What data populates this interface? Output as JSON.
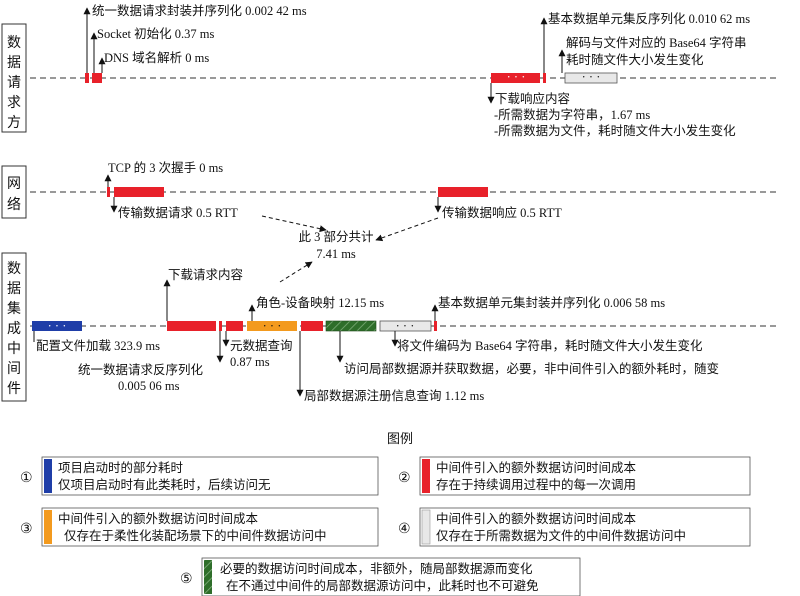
{
  "rows": {
    "client": [
      "数",
      "据",
      "请",
      "求",
      "方"
    ],
    "network": [
      "网",
      "络"
    ],
    "middleware": [
      "数",
      "据",
      "集",
      "成",
      "中",
      "间",
      "件"
    ]
  },
  "client_labels": {
    "serialize": "统一数据请求封装并序列化 0.002 42 ms",
    "socket": "Socket 初始化 0.37 ms",
    "dns": "DNS 域名解析 0 ms",
    "deserialize": "基本数据单元集反序列化 0.010 62 ms",
    "decode_1": "解码与文件对应的 Base64 字符串",
    "decode_2": "耗时随文件大小发生变化",
    "download": "下载响应内容",
    "download_str": "-所需数据为字符串，1.67 ms",
    "download_file": "-所需数据为文件，耗时随文件大小发生变化"
  },
  "network_labels": {
    "tcp": "TCP 的 3 次握手 0 ms",
    "send_request": "传输数据请求 0.5 RTT",
    "send_response": "传输数据响应 0.5 RTT",
    "total_1": "此 3 部分共计",
    "total_2": "7.41 ms"
  },
  "middleware_labels": {
    "download_request": "下载请求内容",
    "role_mapping": "角色-设备映射 12.15 ms",
    "serialize_units": "基本数据单元集封装并序列化 0.006 58 ms",
    "config_load": "配置文件加载 323.9 ms",
    "meta_query": "元数据查询",
    "meta_query_val": "0.87 ms",
    "base64_encode": "将文件编码为 Base64 字符串，耗时随文件大小发生变化",
    "unified_deser": "统一数据请求反序列化",
    "unified_deser_val": "0.005 06 ms",
    "local_access": "访问局部数据源并获取数据，必要，非中间件引入的额外耗时，随变",
    "local_register": "局部数据源注册信息查询 1.12 ms"
  },
  "legend": {
    "title": "图例",
    "items": [
      {
        "num": "①",
        "color": "#1f3ea8",
        "line1": "项目启动时的部分耗时",
        "line2": "仅项目启动时有此类耗时，后续访问无"
      },
      {
        "num": "②",
        "color": "#e8212a",
        "line1": "中间件引入的额外数据访问时间成本",
        "line2": "存在于持续调用过程中的每一次调用"
      },
      {
        "num": "③",
        "color": "#f39a1e",
        "line1": "中间件引入的额外数据访问时间成本",
        "line2": "仅存在于柔性化装配场景下的中间件数据访问中"
      },
      {
        "num": "④",
        "color": "#e8e8e8",
        "line1": "中间件引入的额外数据访问时间成本",
        "line2": "仅存在于所需数据为文件的中间件数据访问中"
      },
      {
        "num": "⑤",
        "color": "#2e6e2a",
        "line1": "必要的数据访问时间成本，非额外，随局部数据源而变化",
        "line2": "在不通过中间件的局部数据源访问中，此耗时也不可避免"
      }
    ]
  },
  "colors": {
    "blue": "#1f3ea8",
    "red": "#e8212a",
    "orange": "#f39a1e",
    "light": "#e8e8e8",
    "green": "#2e6e2a"
  },
  "dots": "· · ·"
}
